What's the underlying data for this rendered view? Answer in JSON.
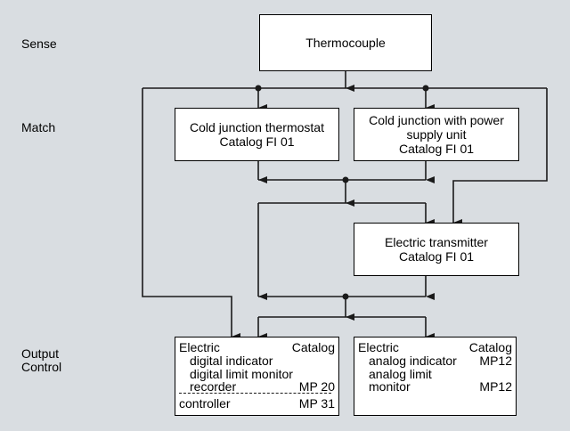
{
  "rows": {
    "sense": "Sense",
    "match": "Match",
    "output_1": "Output",
    "output_2": "Control"
  },
  "boxes": {
    "thermocouple": "Thermocouple",
    "cj_thermostat": {
      "line1": "Cold junction thermostat",
      "line2": "Catalog FI 01"
    },
    "cj_power": {
      "line1": "Cold junction with power",
      "line2": "supply unit",
      "line3": "Catalog FI 01"
    },
    "transmitter": {
      "line1": "Electric transmitter",
      "line2": "Catalog FI 01"
    },
    "output_left": {
      "title": "Electric",
      "catalog": "Catalog",
      "item1": "digital indicator",
      "item2": "digital limit monitor",
      "item3": "recorder",
      "item3_cat": "MP 20",
      "item4": "controller",
      "item4_cat": "MP 31"
    },
    "output_right": {
      "title": "Electric",
      "catalog": "Catalog",
      "item1": "analog indicator",
      "item1_cat": "MP12",
      "item2": "analog limit",
      "item3": "monitor",
      "item3_cat": "MP12"
    }
  }
}
